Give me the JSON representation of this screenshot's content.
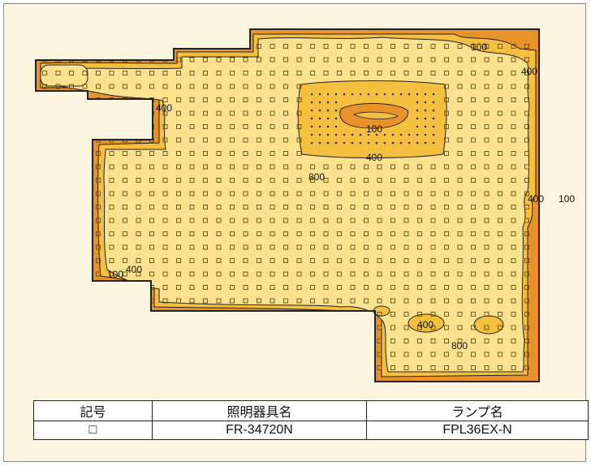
{
  "colors": {
    "background": "#fdf5df",
    "level_100_fill": "#e8922a",
    "level_400_fill": "#f5c040",
    "level_800_fill": "#fbe28e",
    "outline": "#222222",
    "luminaire_marker": "#6b4a10"
  },
  "contour_labels": {
    "top_right_100": "100",
    "top_right_400": "400",
    "left_400": "400",
    "center_100": "100",
    "center_400": "400",
    "center_800": "800",
    "right_400": "400",
    "right_100": "100",
    "bottom_left_100": "100",
    "bottom_left_400": "400",
    "lower_400": "400",
    "lower_800": "800"
  },
  "legend": {
    "headers": [
      "記号",
      "照明器具名",
      "ランプ名"
    ],
    "rows": [
      {
        "symbol": "□",
        "fixture": "FR-34720N",
        "lamp": "FPL36EX-N"
      }
    ]
  }
}
